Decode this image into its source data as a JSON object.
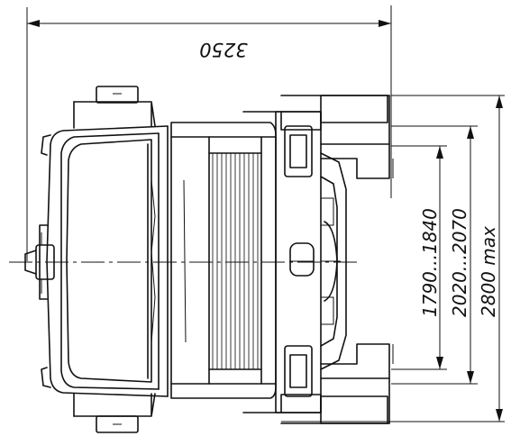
{
  "dimensions": {
    "overall_length": "3250",
    "track_range": "1790...1840",
    "width_range": "2020...2070",
    "max_width": "2800 max"
  }
}
